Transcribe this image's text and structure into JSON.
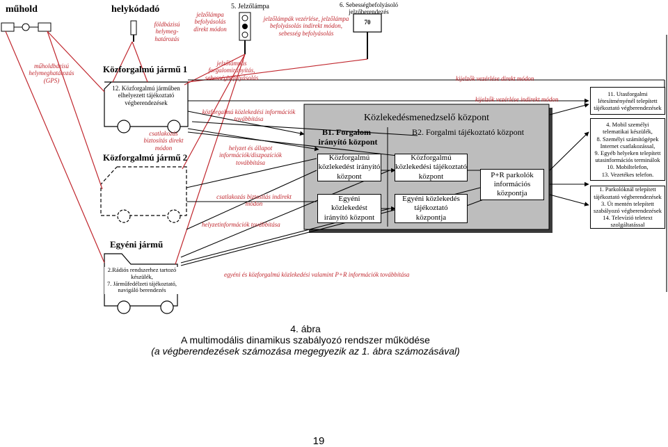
{
  "top": {
    "muhold": "műhold",
    "helykodado": "helykódadó",
    "foldbazisu": "földbázisú\nhelymeg-\nhatározás",
    "jelzolampa_befolyasolas": "jelzőlámpa\nbefolyásolás\ndirekt módon",
    "jelzolampa_title": "5. Jelzőlámpa",
    "jelzolampak_vezerlese": "jelzőlámpák vezérlése, jelzőlámpa\nbefolyásolás indirekt módon,\nsebesség befolyásolás",
    "sebessegbefolyasolo": "6. Sebességbefolyásoló\njelzőberendezés",
    "speed_sign": "70"
  },
  "left": {
    "gps": "műholdbázisú\nhelymeghatározás\n(GPS)",
    "jarmu1": "Közforgalmú jármű 1",
    "item12": "12. Közforgalmú járműben\nelhelyezett tájékoztató\nvégberendezések",
    "csatlakozas_direkt": "csatlakozás\nbiztosítás direkt\nmódon",
    "jarmu2": "Közforgalmú jármű 2",
    "egyeni_jarmu": "Egyéni jármű",
    "item2_7": "2.Rádiós rendszerhez tartozó\nkészülék,\n7. Járműfedélzeti tájékoztató,\nnavigáló berendezés"
  },
  "middle": {
    "jelzolampas_forgalomiranyitas": "jelzőlámpás\nforgalomirányítás,\nsebességbefolyásolás",
    "kozforgalmu_informaciok": "közforgalmú közlekedési információk\ntovábbítása",
    "helyzet_allapot": "helyzet és állapot\ninformációk/diszpozíciók\ntovábbítása",
    "csatlakozas_indirekt": "csatlakozás biztosítás indirekt\nmódon",
    "helyzetinformaciok": "helyzetinformációk továbbítása",
    "egyeni_kozforgalmu": "egyéni és közforgalmú közlekedési valamint P+R információk továbbítása"
  },
  "center": {
    "title": "Közlekedésmenedzselő központ",
    "b1": "B1. Forgalom-\nirányító központ",
    "b1_box1": "Közforgalmú\nközlekedést irányító\nközpont",
    "b1_box2": "Egyéni\nközlekedést\nirányító központ",
    "b2": "B2. Forgalmi tájékoztató központ",
    "b2_box1": "Közforgalmú\nközlekedési tájékoztató\nközpont",
    "b2_box2": "Egyéni közlekedés\ntájékoztató\nközpontja",
    "pr": "P+R parkolók\ninformációs\nközpontja",
    "kijelzok_direkt": "kijelzők vezérlése direkt módon",
    "kijelzok_indirekt": "kijelzők vezérlése indirekt módon"
  },
  "right": {
    "box11": "11. Utasforgalmi\nlétesítményénél telepített\ntájékoztató végberendezések",
    "box4": "4. Mobil személyi\ntelematikai készülék,\n8. Személyi számítógépek\nInternet csatlakozással,\n9. Egyéb helyeken telepített\nutasinformációs terminálok\n10. Mobiltelefon,\n13. Vezetékes telefon.",
    "box1": "1. Parkolóknál telepített\ntájékoztató végberendezések\n3. Út mentén telepített\nszabályozó végberendezések\n14. Televízió teletext\nszolgáltatással"
  },
  "caption": {
    "line1": "4. ábra",
    "line2": "A multimodális dinamikus szabályozó rendszer működése",
    "line3": "(a végberendezések számozása megegyezik az 1. ábra számozásával)"
  },
  "page_number": "19"
}
